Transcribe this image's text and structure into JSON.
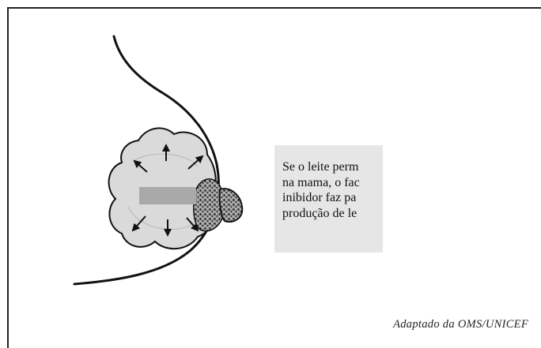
{
  "explanation_box": {
    "lines": [
      "Se o leite perm",
      "na mama, o fac",
      "inibidor faz pa",
      "produção de le"
    ]
  },
  "caption": "Adaptado da OMS/UNICEF",
  "colors": {
    "frame": "#222222",
    "gland_fill": "#dadada",
    "box_bg": "#e6e6e6",
    "redaction": "#a9a9a9"
  },
  "icons": [
    "arrow-icon"
  ]
}
